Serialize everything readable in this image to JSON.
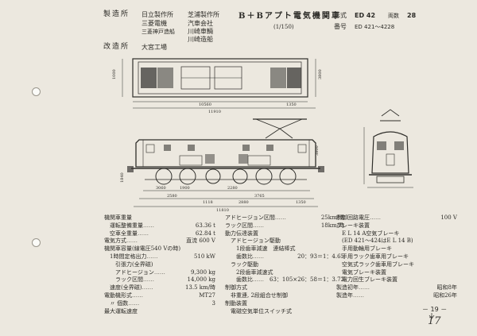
{
  "header": {
    "maker_label": "製造所",
    "maker_line1": "日立製作所",
    "maker_right1": "芝浦製作所",
    "maker_left2": "三菱電機",
    "maker_right2": "汽車会社",
    "maker_left3": "三菱神戸造船",
    "maker_right3": "川崎車輛",
    "maker_right4": "川崎造船",
    "rebuilt_label": "改造所",
    "rebuilt_value": "大宮工場",
    "title": "B＋Bアプト電気機関車",
    "scale": "(1/150)",
    "type_label": "形式",
    "type_value": "ED 42",
    "count_label": "両数",
    "count_value": "28",
    "number_label": "番号",
    "number_value": "ED 421～4228"
  },
  "drawing": {
    "dims": [
      "10560",
      "1350",
      "11910",
      "1000",
      "3800",
      "3060",
      "1900",
      "2280",
      "2580",
      "3765",
      "3800",
      "1840",
      "1118",
      "2880",
      "11810",
      "1350"
    ]
  },
  "specs_left": [
    {
      "label": "機関車重量",
      "value": ""
    },
    {
      "label": "　運転整備重量",
      "value": "63.36 t"
    },
    {
      "label": "　空車全重量",
      "value": "62.84 t"
    },
    {
      "label": "電気方式",
      "value": "直流 600 V"
    },
    {
      "label": "機関車容量(線電圧540 Vの時)",
      "value": ""
    },
    {
      "label": "　1時間定格出力",
      "value": "510 kW"
    },
    {
      "label": "　　引張力(全界磁)",
      "value": ""
    },
    {
      "label": "　　アドヒージョン",
      "value": "9,300 kg"
    },
    {
      "label": "　　ラック区間",
      "value": "14,000 kg"
    },
    {
      "label": "　速度(全界磁)",
      "value": "13.5 km/時"
    },
    {
      "label": "電動機形式",
      "value": "MT27"
    },
    {
      "label": "　〃 個数",
      "value": "3"
    },
    {
      "label": "最大運転速度",
      "value": ""
    }
  ],
  "specs_mid": [
    {
      "label": "アドヒージョン区間",
      "value": "25km/時"
    },
    {
      "label": "ラック区間",
      "value": "18km/時"
    },
    {
      "label": "動力伝達装置",
      "value": ""
    },
    {
      "label": "　アドヒージョン駆動",
      "value": ""
    },
    {
      "label": "　　1段歯車減速　連結棒式",
      "value": ""
    },
    {
      "label": "　　歯数比",
      "value": "20：93＝1：4.65"
    },
    {
      "label": "　ラック駆動",
      "value": ""
    },
    {
      "label": "　　2段歯車減速式",
      "value": ""
    },
    {
      "label": "　　歯数比",
      "value": "63：105×26：58＝1：3.72"
    },
    {
      "label": "制御方式",
      "value": ""
    },
    {
      "label": "　非重連, 2段組合せ制御",
      "value": ""
    },
    {
      "label": "制動装置",
      "value": ""
    },
    {
      "label": "　電磁空気単位スイッチ式",
      "value": ""
    }
  ],
  "specs_right": [
    {
      "label": "制御回路電圧",
      "value": "100 V"
    },
    {
      "label": "ブレーキ装置",
      "value": ""
    },
    {
      "label": "　E L 14 A空気ブレーキ",
      "value": ""
    },
    {
      "label": "　(ED 421～424はE L 14 B)",
      "value": ""
    },
    {
      "label": "　手用動輪用ブレーキ",
      "value": ""
    },
    {
      "label": "　手用ラック歯車用ブレーキ",
      "value": ""
    },
    {
      "label": "　空気式ラック歯車用ブレーキ",
      "value": ""
    },
    {
      "label": "　電気ブレーキ装置",
      "value": ""
    },
    {
      "label": "　電力回生ブレーキ装置",
      "value": ""
    },
    {
      "label": "製造初年",
      "value": "昭和8年"
    },
    {
      "label": "製造年",
      "value": "昭和26年"
    }
  ],
  "footer": {
    "page": "－ 19 －",
    "handwritten": "17"
  }
}
